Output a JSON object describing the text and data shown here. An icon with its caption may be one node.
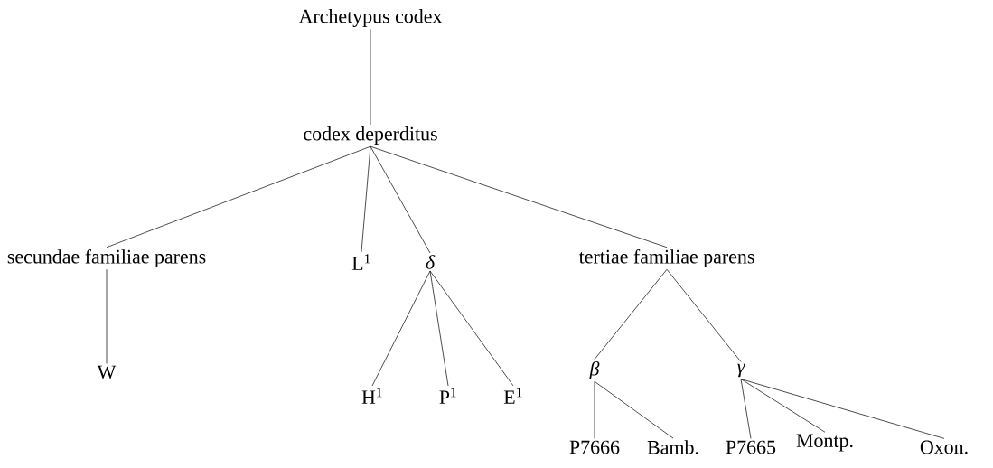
{
  "diagram": {
    "nodes": [
      {
        "text": [
          "Archetypus codex"
        ]
      },
      {
        "text": [
          "codex deperditus"
        ]
      },
      {
        "text": [
          "secundae familiae parens"
        ]
      },
      {
        "text": [
          "L$^{1}$"
        ]
      },
      {
        "text": [
          "δ"
        ]
      },
      {
        "text": [
          "tertiae familiae parens"
        ]
      },
      {
        "text": [
          "W"
        ]
      },
      {
        "text": [
          "H$^{1}$"
        ]
      },
      {
        "text": [
          "P$^{1}$"
        ]
      },
      {
        "text": [
          "E$^{1}$"
        ]
      },
      {
        "text": [
          "β"
        ]
      },
      {
        "text": [
          "γ"
        ]
      },
      {
        "text": [
          "P7666"
        ]
      },
      {
        "text": [
          "Bamb."
        ]
      },
      {
        "text": [
          "P7665"
        ]
      },
      {
        "text": [
          "Montp."
        ]
      },
      {
        "text": [
          "Oxon."
        ]
      }
    ],
    "edges": [
      {
        "from": 0,
        "to": 1,
        "arrow": "none"
      },
      {
        "from": 1,
        "to": 2,
        "arrow": "none"
      },
      {
        "from": 1,
        "to": 3,
        "arrow": "none"
      },
      {
        "from": 1,
        "to": 4,
        "arrow": "none"
      },
      {
        "from": 1,
        "to": 5,
        "arrow": "none"
      },
      {
        "from": 2,
        "to": 6,
        "arrow": "none"
      },
      {
        "from": 4,
        "to": 7,
        "arrow": "none"
      },
      {
        "from": 4,
        "to": 8,
        "arrow": "none"
      },
      {
        "from": 4,
        "to": 9,
        "arrow": "none"
      },
      {
        "from": 5,
        "to": 10,
        "arrow": "none"
      },
      {
        "from": 5,
        "to": 11,
        "arrow": "none"
      },
      {
        "from": 10,
        "to": 12,
        "arrow": "none"
      },
      {
        "from": 10,
        "to": 13,
        "arrow": "none"
      },
      {
        "from": 11,
        "to": 14,
        "arrow": "none"
      },
      {
        "from": 11,
        "to": 15,
        "arrow": "none"
      },
      {
        "from": 11,
        "to": 16,
        "arrow": "none"
      }
    ]
  }
}
